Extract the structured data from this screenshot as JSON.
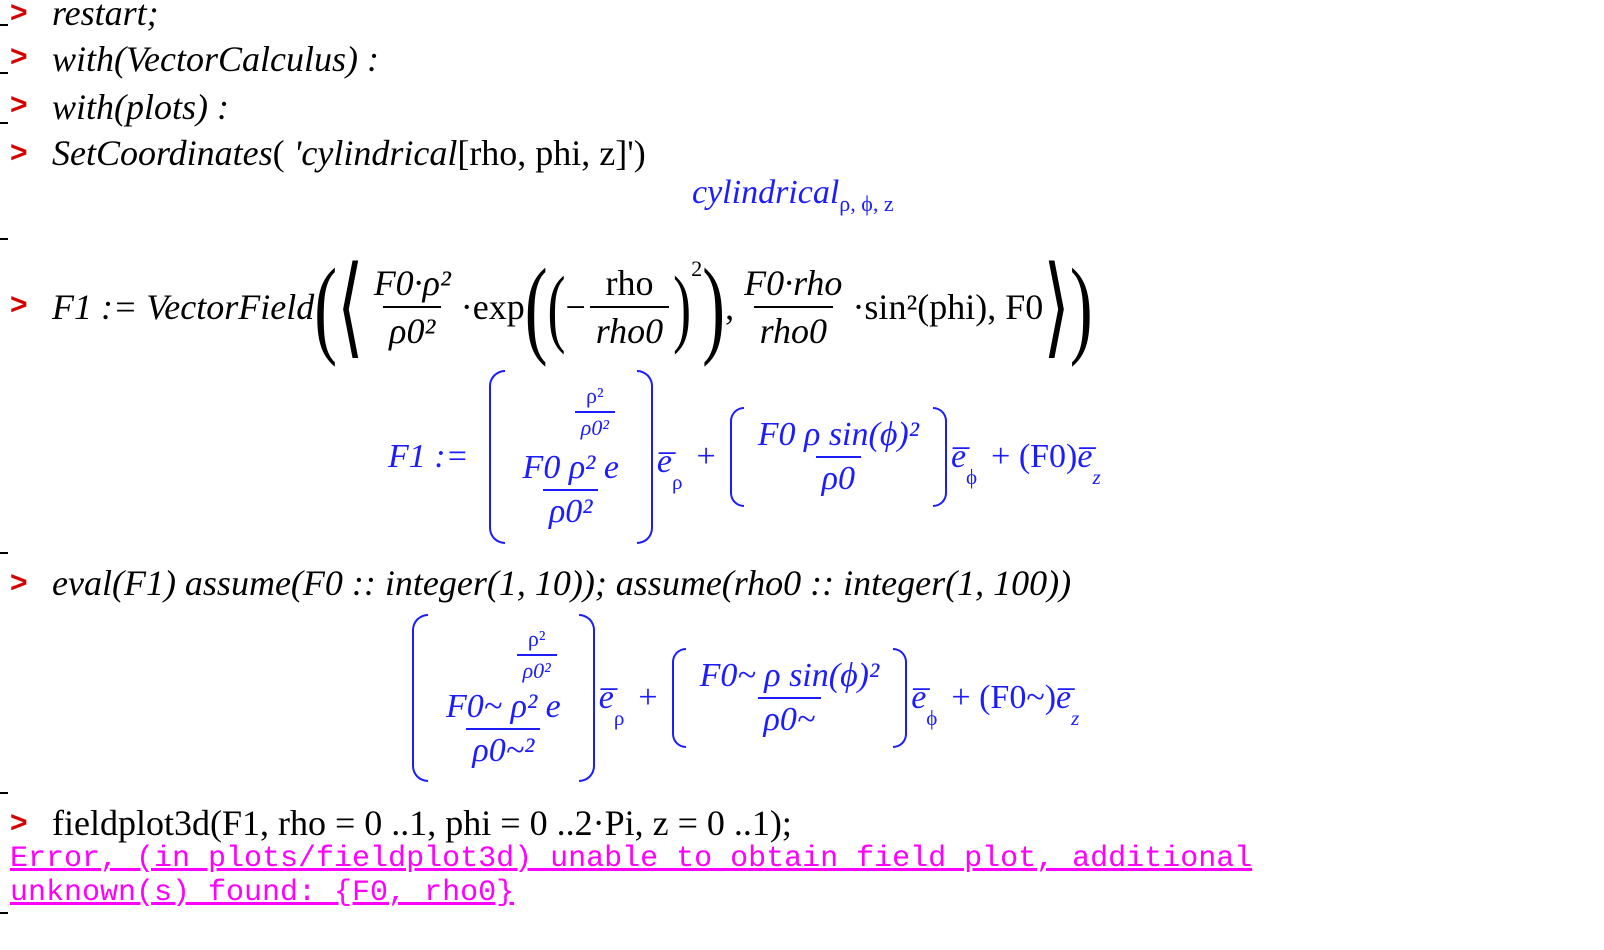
{
  "colors": {
    "prompt": "#d60000",
    "output": "#1c1cff",
    "error": "#ff00ff",
    "text": "#000000"
  },
  "lines": {
    "restart": "restart;",
    "with_vc": "with(VectorCalculus) :",
    "with_plots": "with(plots) :",
    "setcoords_fn": "SetCoordinates",
    "setcoords_arg_it": "'cylindrical",
    "setcoords_arg_rest": "[rho, phi, z]')",
    "out1_main": "cylindrical",
    "out1_sub": "ρ, ϕ, z",
    "f1_lhs": "F1 := VectorField",
    "f1_num1": "F0·ρ²",
    "f1_den1": "ρ0²",
    "f1_exp": "·exp",
    "f1_num2": "rho",
    "f1_den2": "rho0",
    "f1_num3": "F0·rho",
    "f1_den3": "rho0",
    "f1_tail": "·sin²(phi), F0",
    "out2_lhs": "F1 :=",
    "out2_num1a": "F0 ρ² e",
    "out2_exp_num": "ρ²",
    "out2_exp_den": "ρ0²",
    "out2_den1": "ρ0²",
    "out2_e_rho": "e̅",
    "out2_sub_rho": "ρ",
    "out2_plus": "+",
    "out2_num2": "F0 ρ sin(ϕ)²",
    "out2_den2": "ρ0",
    "out2_sub_phi": "ϕ",
    "out2_tail": "+ (F0)",
    "out2_sub_z": "z",
    "eval_cmd": "eval(F1) assume(F0 :: integer(1, 10)); assume(rho0 :: integer(1, 100))",
    "out3_num1a": "F0~ ρ² e",
    "out3_den1": "ρ0~²",
    "out3_num2": "F0~ ρ sin(ϕ)²",
    "out3_den2": "ρ0~",
    "out3_tail": "+ (F0~)",
    "fieldplot_cmd": "fieldplot3d(F1, rho = 0 ..1, phi = 0 ..2·Pi, z = 0 ..1);",
    "error_line1": "Error, (in plots/fieldplot3d) unable to obtain field plot, additional ",
    "error_line2": "unknown(s) found: {F0, rho0}"
  },
  "prompt_symbol": ">"
}
